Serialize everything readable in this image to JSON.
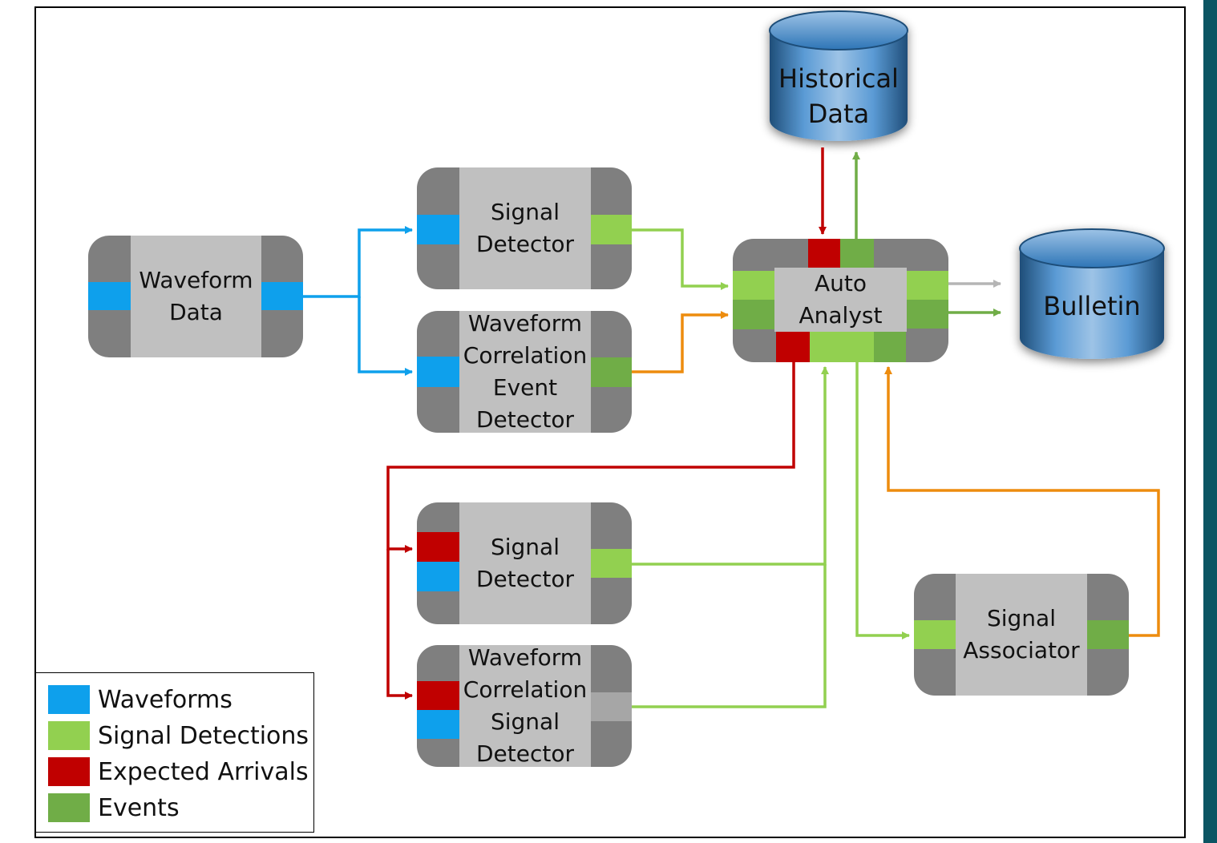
{
  "colors": {
    "waveforms": "#0ea0ec",
    "signal_detections": "#92d050",
    "expected_arrivals": "#c00000",
    "events": "#70ad47",
    "other": "#ed8c0e",
    "gray_arrow": "#b5b5b5",
    "node_dark": "#7f7f7f",
    "node_core": "#c0c0c0",
    "database": "#2e75b6"
  },
  "nodes": {
    "waveform_data": "Waveform\nData",
    "signal_detector_top": "Signal\nDetector",
    "wc_event_detector": "Waveform\nCorrelation\nEvent\nDetector",
    "auto_analyst": "Auto\nAnalyst",
    "signal_detector_bottom": "Signal\nDetector",
    "wc_signal_detector": "Waveform\nCorrelation\nSignal\nDetector",
    "signal_associator": "Signal\nAssociator"
  },
  "databases": {
    "historical_data": "Historical\nData",
    "bulletin": "Bulletin"
  },
  "legend": {
    "items": [
      {
        "label": "Waveforms",
        "color": "#0ea0ec",
        "icon": "waveforms-swatch"
      },
      {
        "label": "Signal Detections",
        "color": "#92d050",
        "icon": "signal-detections-swatch"
      },
      {
        "label": "Expected Arrivals",
        "color": "#c00000",
        "icon": "expected-arrivals-swatch"
      },
      {
        "label": "Events",
        "color": "#70ad47",
        "icon": "events-swatch"
      }
    ]
  }
}
